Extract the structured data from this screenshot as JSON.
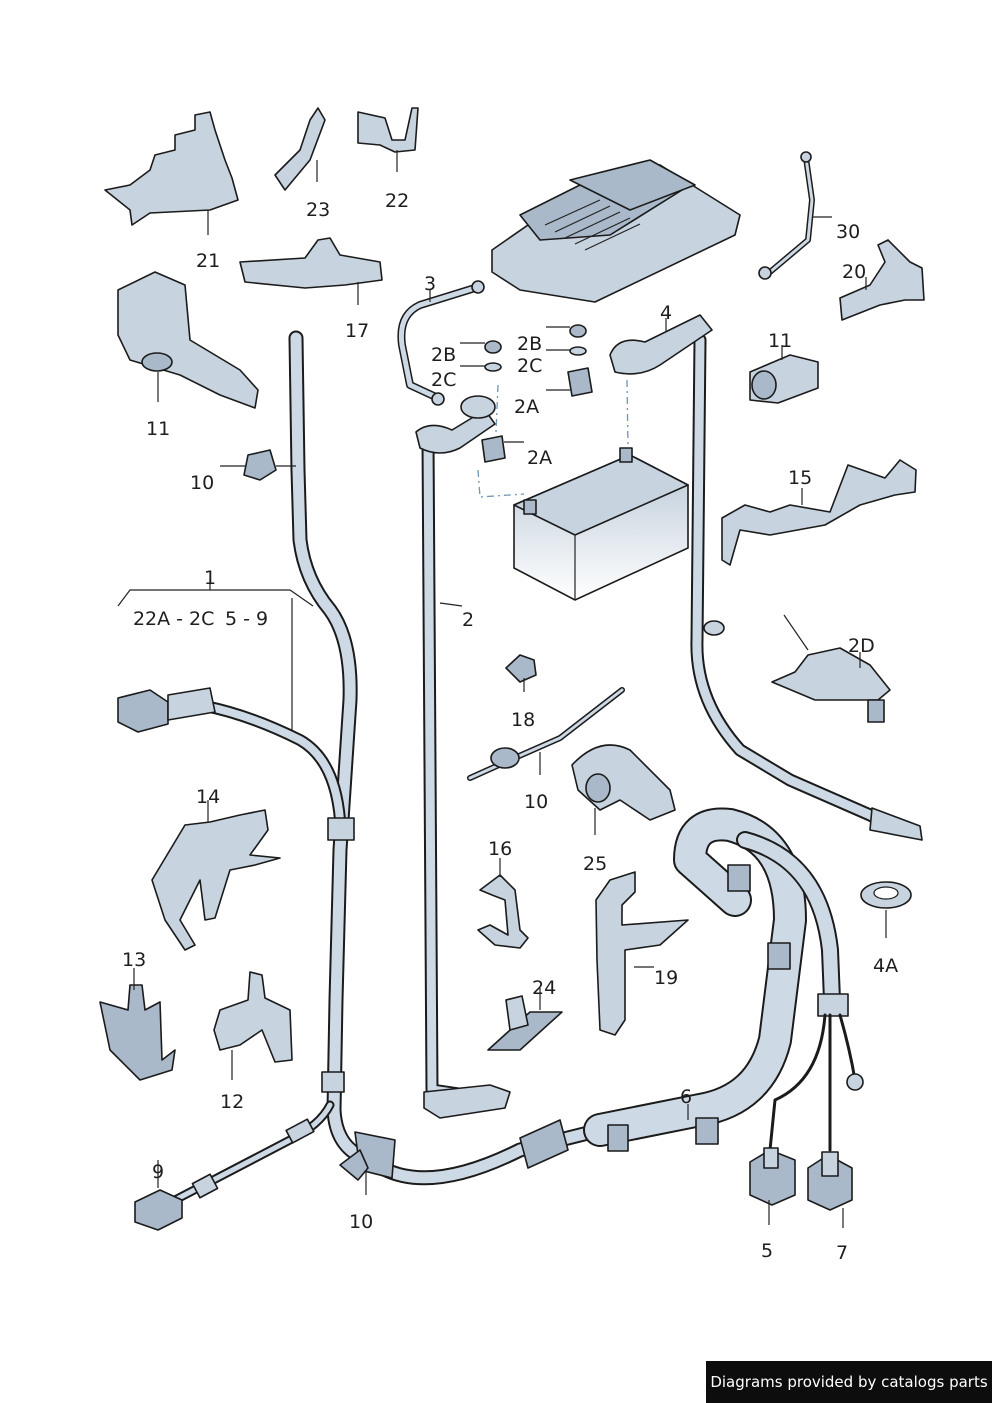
{
  "labels": {
    "l1": "1",
    "l1_range": "2",
    "l1_range_b": "2A - 2C",
    "l1_range_c": "5 - 9",
    "l2": "2",
    "l2A_a": "2A",
    "l2A_b": "2A",
    "l2B_a": "2B",
    "l2B_b": "2B",
    "l2C_a": "2C",
    "l2C_b": "2C",
    "l2D": "2D",
    "l3": "3",
    "l4": "4",
    "l4A": "4A",
    "l5": "5",
    "l6": "6",
    "l7": "7",
    "l9": "9",
    "l10_a": "10",
    "l10_b": "10",
    "l10_c": "10",
    "l11_a": "11",
    "l11_b": "11",
    "l12": "12",
    "l13": "13",
    "l14": "14",
    "l15": "15",
    "l16": "16",
    "l17": "17",
    "l18": "18",
    "l19": "19",
    "l20": "20",
    "l21": "21",
    "l22": "22",
    "l23": "23",
    "l24": "24",
    "l25": "25",
    "l30": "30"
  },
  "footer": {
    "credit": "Diagrams provided by catalogs parts"
  }
}
